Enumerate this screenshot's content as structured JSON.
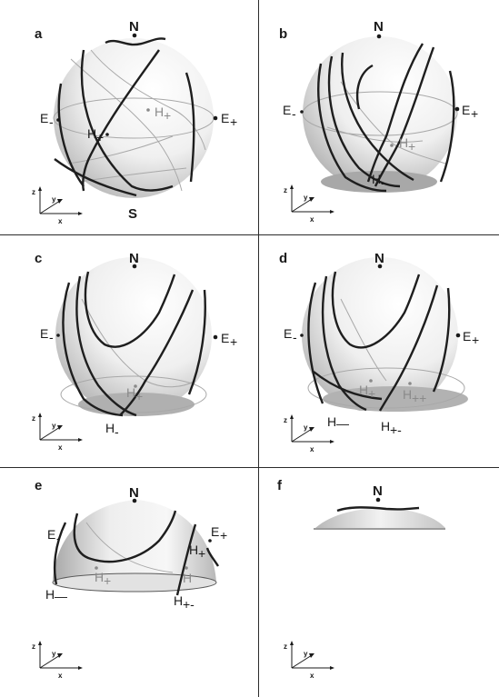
{
  "panels": [
    {
      "id": "a",
      "letter": "a",
      "labels": {
        "north": "N",
        "south": "S",
        "e_minus": "E",
        "e_plus": "E",
        "h_front": "H",
        "h_back": "H"
      },
      "sub": {
        "minus": "-",
        "plus": "+"
      },
      "axes": {
        "z": "z",
        "y": "y",
        "x": "x"
      }
    },
    {
      "id": "b",
      "letter": "b",
      "labels": {
        "north": "N",
        "e_minus": "E",
        "e_plus": "E",
        "h_minus": "H",
        "h_plus": "H"
      },
      "sub": {
        "minus": "-",
        "plus": "+"
      },
      "axes": {
        "z": "z",
        "y": "y",
        "x": "x"
      }
    },
    {
      "id": "c",
      "letter": "c",
      "labels": {
        "north": "N",
        "e_minus": "E",
        "e_plus": "E",
        "h_minus": "H",
        "h_plus": "H"
      },
      "sub": {
        "minus": "-",
        "plus": "+"
      },
      "axes": {
        "z": "z",
        "y": "y",
        "x": "x"
      }
    },
    {
      "id": "d",
      "letter": "d",
      "labels": {
        "north": "N",
        "e_minus": "E",
        "e_plus": "E",
        "h_minus": "H",
        "h_plus": "H",
        "h_plusplus": "H",
        "h_plusminus": "H"
      },
      "sub": {
        "minus": "-",
        "plus": "+",
        "plusplus": "++",
        "plusminus": "+-",
        "dash": "—"
      },
      "axes": {
        "z": "z",
        "y": "y",
        "x": "x"
      }
    },
    {
      "id": "e",
      "letter": "e",
      "labels": {
        "north": "N",
        "e_minus": "E",
        "e_plus": "E",
        "h_minus": "H",
        "h_plus": "H",
        "h_plus_right": "H",
        "h_light": "H",
        "h_plusminus": "H"
      },
      "sub": {
        "minus": "-",
        "plus": "+",
        "plusminus": "+-",
        "dash": "—"
      },
      "axes": {
        "z": "z",
        "y": "y",
        "x": "x"
      }
    },
    {
      "id": "f",
      "letter": "f",
      "labels": {
        "north": "N"
      },
      "axes": {
        "z": "z",
        "y": "y",
        "x": "x"
      }
    }
  ],
  "colors": {
    "curve": "#1e1e1e",
    "faint_curve": "#9a9a9a",
    "sphere_light": "#ffffff",
    "sphere_dark": "#9c9c9c",
    "divider": "#2b2b2b"
  }
}
